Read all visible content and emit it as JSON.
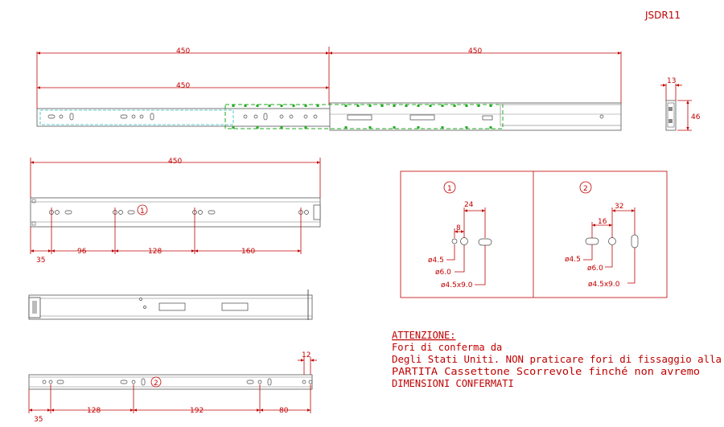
{
  "drawing_no": "JSDR11",
  "top_view": {
    "dim_total_left": "450",
    "dim_total_right": "450",
    "dim_closed": "450"
  },
  "side_view": {
    "width": "13",
    "height": "46"
  },
  "rail_1": {
    "length": "450",
    "marker": "1",
    "dims": [
      "35",
      "96",
      "128",
      "160"
    ]
  },
  "rail_2": {
    "marker": "2",
    "dims": [
      "35",
      "128",
      "192",
      "80"
    ],
    "top_dim": "12"
  },
  "detail_1": {
    "marker": "1",
    "d_24": "24",
    "d_8": "8",
    "l_45": "ø4.5",
    "l_60": "ø6.0",
    "l_slot": "ø4.5x9.0"
  },
  "detail_2": {
    "marker": "2",
    "d_32": "32",
    "d_16": "16",
    "l_45": "ø4.5",
    "l_60": "ø6.0",
    "l_slot": "ø4.5x9.0"
  },
  "note": {
    "title": "ATTENZIONE:",
    "lines": [
      "Fori di conferma da",
      "Degli Stati Uniti. NON praticare fori di fissaggio alla",
      "PARTITA Cassettone Scorrevole finché non avremo",
      "DIMENSIONI CONFERMATI"
    ]
  }
}
